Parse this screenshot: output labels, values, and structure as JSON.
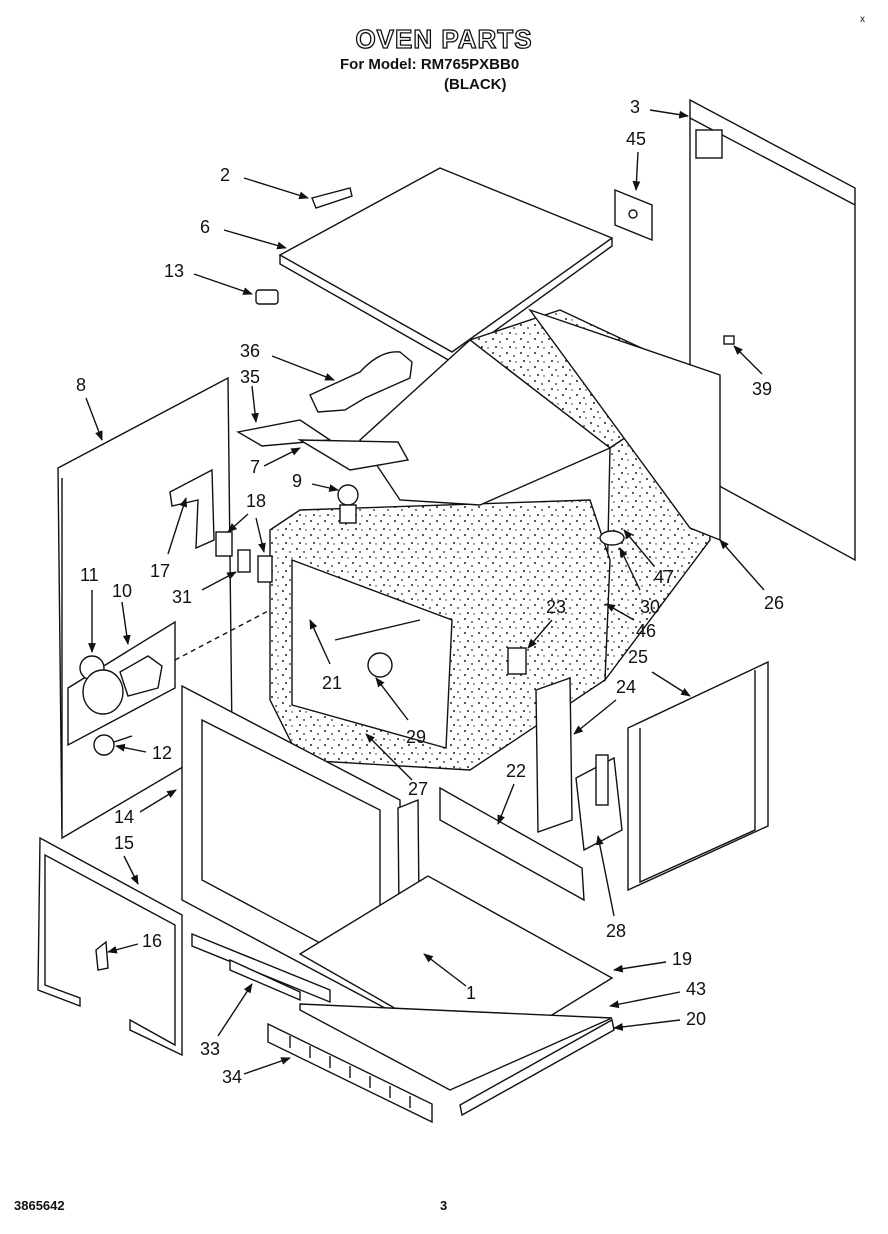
{
  "header": {
    "title": "OVEN PARTS",
    "model_line": "For Model: RM765PXBB0",
    "color_note": "(BLACK)"
  },
  "footer": {
    "code": "3865642",
    "page_number": "3",
    "corner_mark": "x"
  },
  "callouts": [
    "1",
    "2",
    "3",
    "6",
    "7",
    "8",
    "9",
    "10",
    "11",
    "12",
    "13",
    "14",
    "15",
    "16",
    "17",
    "18",
    "19",
    "20",
    "21",
    "22",
    "23",
    "24",
    "25",
    "26",
    "27",
    "28",
    "29",
    "30",
    "31",
    "33",
    "34",
    "35",
    "36",
    "39",
    "43",
    "45",
    "46",
    "47"
  ]
}
